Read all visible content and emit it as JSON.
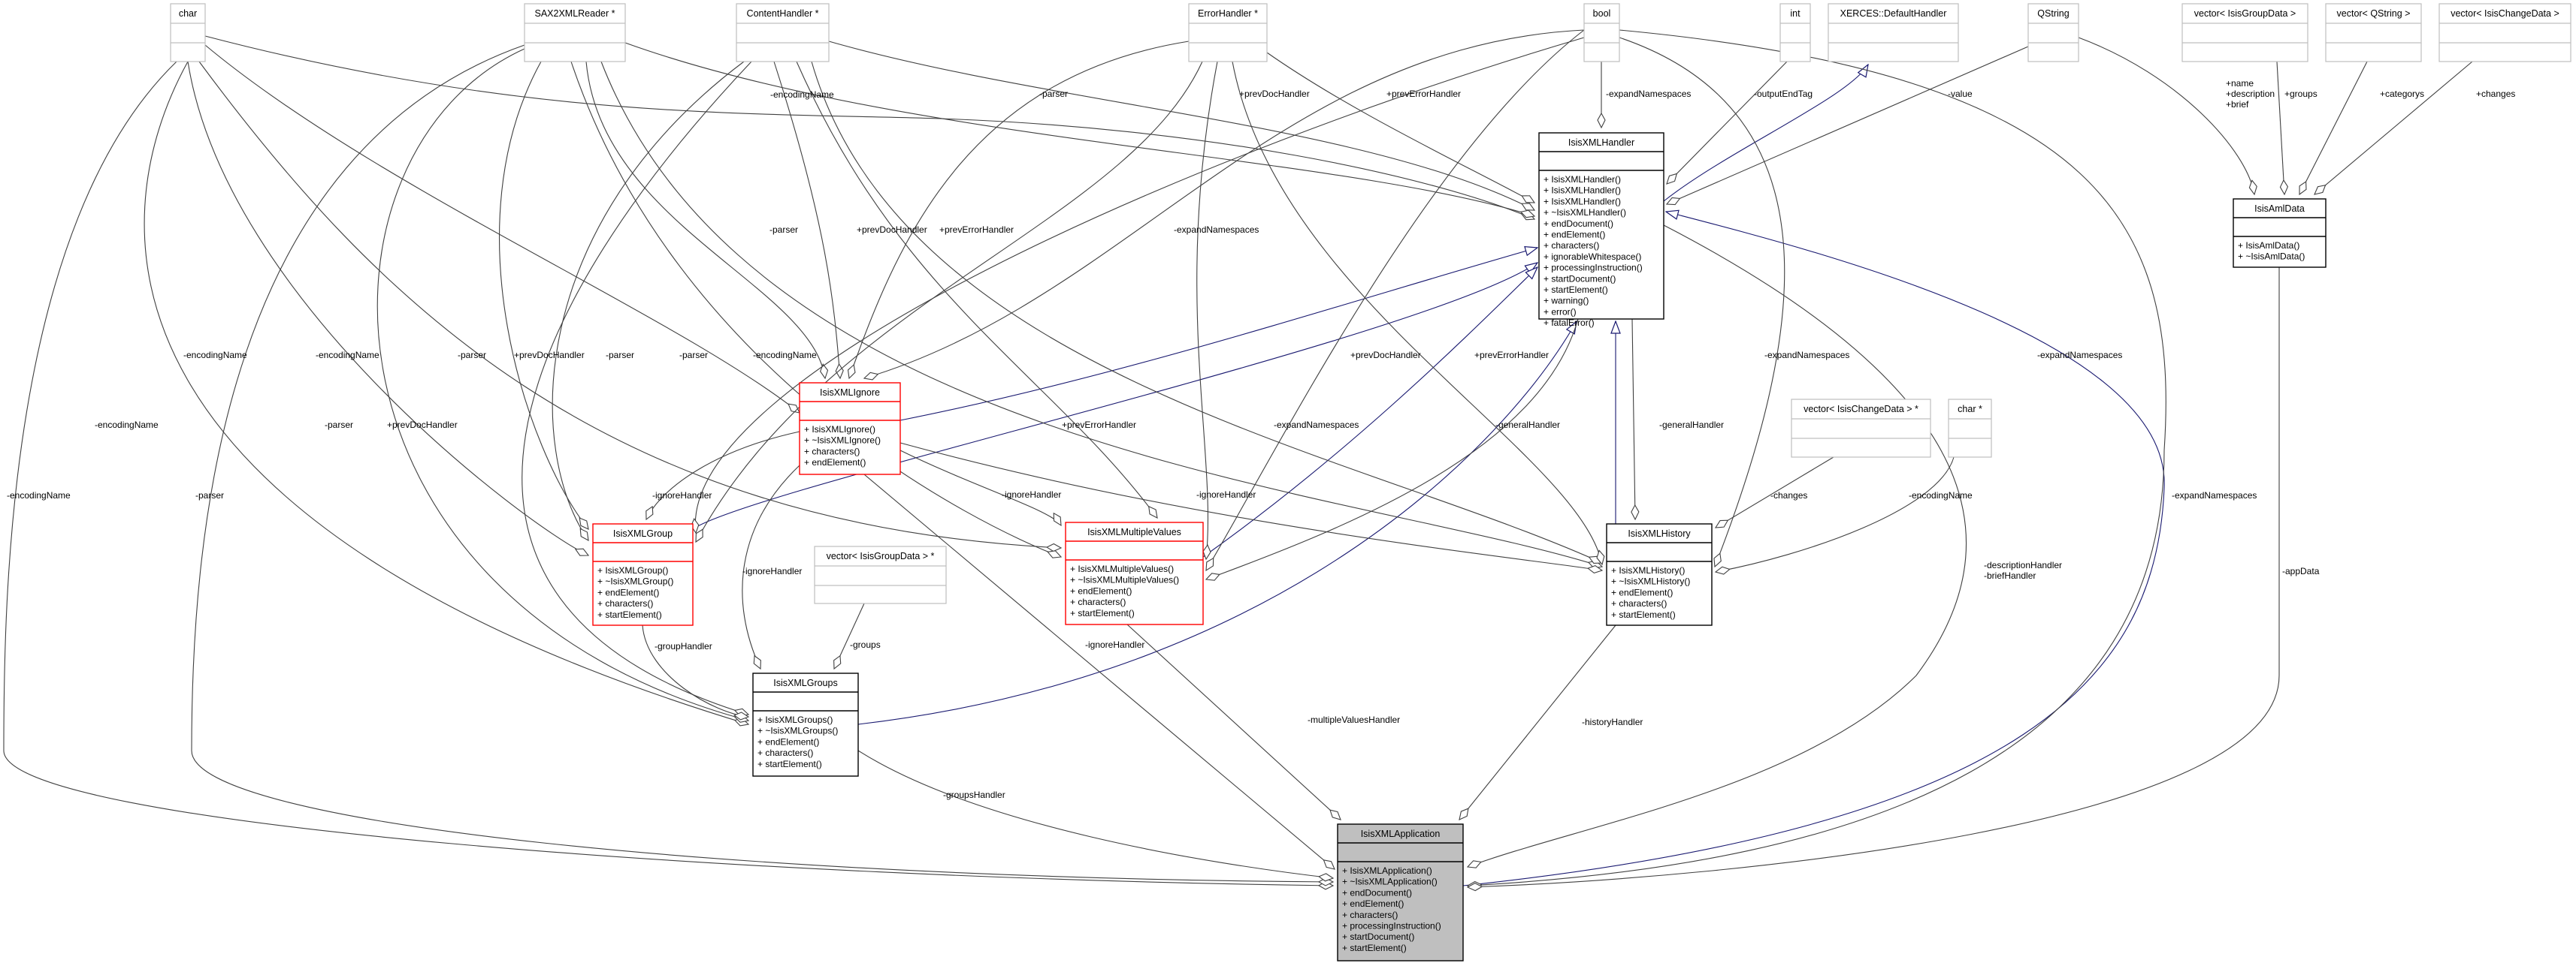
{
  "diagram": {
    "title": "IsisXMLApplication collaboration diagram",
    "colors": {
      "edge": "#404040",
      "inheritance": "#191970",
      "undocumented_border": "#ff0000",
      "focus_fill": "#bfbfbf",
      "external_border": "#bfbfbf"
    },
    "classes": [
      {
        "id": "char",
        "name": "char",
        "methods": []
      },
      {
        "id": "sax",
        "name": "SAX2XMLReader *",
        "methods": []
      },
      {
        "id": "content",
        "name": "ContentHandler *",
        "methods": []
      },
      {
        "id": "error",
        "name": "ErrorHandler *",
        "methods": []
      },
      {
        "id": "bool",
        "name": "bool",
        "methods": []
      },
      {
        "id": "int",
        "name": "int",
        "methods": []
      },
      {
        "id": "xerces",
        "name": "XERCES::DefaultHandler",
        "methods": []
      },
      {
        "id": "qstring",
        "name": "QString",
        "methods": []
      },
      {
        "id": "vgd",
        "name": "vector< IsisGroupData >",
        "methods": []
      },
      {
        "id": "vqs",
        "name": "vector< QString >",
        "methods": []
      },
      {
        "id": "vcd",
        "name": "vector< IsisChangeData >",
        "methods": []
      },
      {
        "id": "vgdp",
        "name": "vector< IsisGroupData > *",
        "methods": []
      },
      {
        "id": "vcdp",
        "name": "vector< IsisChangeData > *",
        "methods": []
      },
      {
        "id": "charp",
        "name": "char *",
        "methods": []
      },
      {
        "id": "handler",
        "name": "IsisXMLHandler",
        "methods": [
          "+ IsisXMLHandler()",
          "+ IsisXMLHandler()",
          "+ IsisXMLHandler()",
          "+ ~IsisXMLHandler()",
          "+ endDocument()",
          "+ endElement()",
          "+ characters()",
          "+ ignorableWhitespace()",
          "+ processingInstruction()",
          "+ startDocument()",
          "+ startElement()",
          "+ warning()",
          "+ error()",
          "+ fatalError()"
        ]
      },
      {
        "id": "aml",
        "name": "IsisAmlData",
        "methods": [
          "+ IsisAmlData()",
          "+ ~IsisAmlData()"
        ]
      },
      {
        "id": "ignore",
        "name": "IsisXMLIgnore",
        "methods": [
          "+ IsisXMLIgnore()",
          "+ ~IsisXMLIgnore()",
          "+ characters()",
          "+ endElement()"
        ]
      },
      {
        "id": "group",
        "name": "IsisXMLGroup",
        "methods": [
          "+ IsisXMLGroup()",
          "+ ~IsisXMLGroup()",
          "+ endElement()",
          "+ characters()",
          "+ startElement()"
        ]
      },
      {
        "id": "mv",
        "name": "IsisXMLMultipleValues",
        "methods": [
          "+ IsisXMLMultipleValues()",
          "+ ~IsisXMLMultipleValues()",
          "+ endElement()",
          "+ characters()",
          "+ startElement()"
        ]
      },
      {
        "id": "history",
        "name": "IsisXMLHistory",
        "methods": [
          "+ IsisXMLHistory()",
          "+ ~IsisXMLHistory()",
          "+ endElement()",
          "+ characters()",
          "+ startElement()"
        ]
      },
      {
        "id": "groups",
        "name": "IsisXMLGroups",
        "methods": [
          "+ IsisXMLGroups()",
          "+ ~IsisXMLGroups()",
          "+ endElement()",
          "+ characters()",
          "+ startElement()"
        ]
      },
      {
        "id": "app",
        "name": "IsisXMLApplication",
        "methods": [
          "+ IsisXMLApplication()",
          "+ ~IsisXMLApplication()",
          "+ endDocument()",
          "+ endElement()",
          "+ characters()",
          "+ processingInstruction()",
          "+ startDocument()",
          "+ startElement()"
        ]
      }
    ],
    "relations": [
      {
        "from": "bool",
        "to": "handler",
        "label": [
          "-expandNamespaces"
        ]
      },
      {
        "from": "int",
        "to": "handler",
        "label": [
          "-outputEndTag"
        ]
      },
      {
        "from": "qstring",
        "to": "handler",
        "label": [
          "-value"
        ]
      },
      {
        "from": "handler",
        "to": "xerces",
        "kind": "inheritance",
        "label": []
      },
      {
        "from": "char",
        "to": "handler",
        "label": [
          "-encodingName"
        ]
      },
      {
        "from": "sax",
        "to": "handler",
        "label": [
          "-parser"
        ]
      },
      {
        "from": "content",
        "to": "handler",
        "label": [
          "+prevDocHandler"
        ]
      },
      {
        "from": "error",
        "to": "handler",
        "label": [
          "+prevErrorHandler"
        ]
      },
      {
        "from": "ignore",
        "to": "handler",
        "kind": "inheritance",
        "label": []
      },
      {
        "from": "group",
        "to": "handler",
        "kind": "inheritance",
        "label": []
      },
      {
        "from": "mv",
        "to": "handler",
        "kind": "inheritance",
        "label": []
      },
      {
        "from": "groups",
        "to": "handler",
        "kind": "inheritance",
        "label": []
      },
      {
        "from": "history",
        "to": "handler",
        "kind": "inheritance",
        "label": []
      },
      {
        "from": "app",
        "to": "handler",
        "kind": "inheritance",
        "label": []
      },
      {
        "from": "char",
        "to": "ignore",
        "label": [
          "-encodingName"
        ]
      },
      {
        "from": "sax",
        "to": "ignore",
        "label": [
          "-parser"
        ]
      },
      {
        "from": "content",
        "to": "ignore",
        "label": [
          "+prevDocHandler"
        ]
      },
      {
        "from": "error",
        "to": "ignore",
        "label": [
          "+prevErrorHandler"
        ]
      },
      {
        "from": "bool",
        "to": "ignore",
        "label": [
          "-expandNamespaces"
        ]
      },
      {
        "from": "char",
        "to": "group",
        "label": [
          "-encodingName"
        ]
      },
      {
        "from": "sax",
        "to": "group",
        "label": [
          "-parser"
        ]
      },
      {
        "from": "content",
        "to": "group",
        "label": [
          "+prevDocHandler"
        ]
      },
      {
        "from": "error",
        "to": "group",
        "label": [
          "+prevErrorHandler"
        ]
      },
      {
        "from": "bool",
        "to": "group",
        "label": [
          "-expandNamespaces"
        ]
      },
      {
        "from": "ignore",
        "to": "group",
        "label": [
          "-ignoreHandler"
        ]
      },
      {
        "from": "char",
        "to": "mv",
        "label": [
          "-encodingName"
        ]
      },
      {
        "from": "sax",
        "to": "mv",
        "label": [
          "-parser"
        ]
      },
      {
        "from": "content",
        "to": "mv",
        "label": [
          "+prevDocHandler"
        ]
      },
      {
        "from": "error",
        "to": "mv",
        "label": [
          "+prevErrorHandler"
        ]
      },
      {
        "from": "bool",
        "to": "mv",
        "label": [
          "-expandNamespaces"
        ]
      },
      {
        "from": "ignore",
        "to": "mv",
        "label": [
          "-ignoreHandler"
        ]
      },
      {
        "from": "handler",
        "to": "mv",
        "label": [
          "-generalHandler"
        ]
      },
      {
        "from": "sax",
        "to": "history",
        "label": [
          "-parser"
        ]
      },
      {
        "from": "content",
        "to": "history",
        "label": [
          "+prevDocHandler"
        ]
      },
      {
        "from": "error",
        "to": "history",
        "label": [
          "+prevErrorHandler"
        ]
      },
      {
        "from": "bool",
        "to": "history",
        "label": [
          "-expandNamespaces"
        ]
      },
      {
        "from": "ignore",
        "to": "history",
        "label": [
          "-ignoreHandler"
        ]
      },
      {
        "from": "vcdp",
        "to": "history",
        "label": [
          "-changes"
        ]
      },
      {
        "from": "charp",
        "to": "history",
        "label": [
          "-encodingName"
        ]
      },
      {
        "from": "handler",
        "to": "history",
        "label": [
          "-generalHandler"
        ]
      },
      {
        "from": "char",
        "to": "groups",
        "label": [
          "-encodingName"
        ]
      },
      {
        "from": "sax",
        "to": "groups",
        "label": [
          "-parser"
        ]
      },
      {
        "from": "content",
        "to": "groups",
        "label": [
          "+prevDocHandler"
        ]
      },
      {
        "from": "group",
        "to": "groups",
        "label": [
          "-groupHandler"
        ]
      },
      {
        "from": "vgdp",
        "to": "groups",
        "label": [
          "-groups"
        ]
      },
      {
        "from": "ignore",
        "to": "groups",
        "label": [
          "-ignoreHandler"
        ]
      },
      {
        "from": "char",
        "to": "app",
        "label": [
          "-encodingName"
        ]
      },
      {
        "from": "sax",
        "to": "app",
        "label": [
          "-parser"
        ]
      },
      {
        "from": "groups",
        "to": "app",
        "label": [
          "-groupsHandler"
        ]
      },
      {
        "from": "ignore",
        "to": "app",
        "label": [
          "-ignoreHandler"
        ]
      },
      {
        "from": "mv",
        "to": "app",
        "label": [
          "-multipleValuesHandler"
        ]
      },
      {
        "from": "history",
        "to": "app",
        "label": [
          "-historyHandler"
        ]
      },
      {
        "from": "handler",
        "to": "app",
        "label": [
          "-descriptionHandler",
          "-briefHandler"
        ]
      },
      {
        "from": "bool",
        "to": "app",
        "label": [
          "-expandNamespaces"
        ]
      },
      {
        "from": "aml",
        "to": "app",
        "label": [
          "-appData"
        ]
      },
      {
        "from": "qstring",
        "to": "aml",
        "label": [
          "+name",
          "+description",
          "+brief"
        ]
      },
      {
        "from": "vgd",
        "to": "aml",
        "label": [
          "+groups"
        ]
      },
      {
        "from": "vqs",
        "to": "aml",
        "label": [
          "+categorys"
        ]
      },
      {
        "from": "vcd",
        "to": "aml",
        "label": [
          "+changes"
        ]
      }
    ]
  }
}
